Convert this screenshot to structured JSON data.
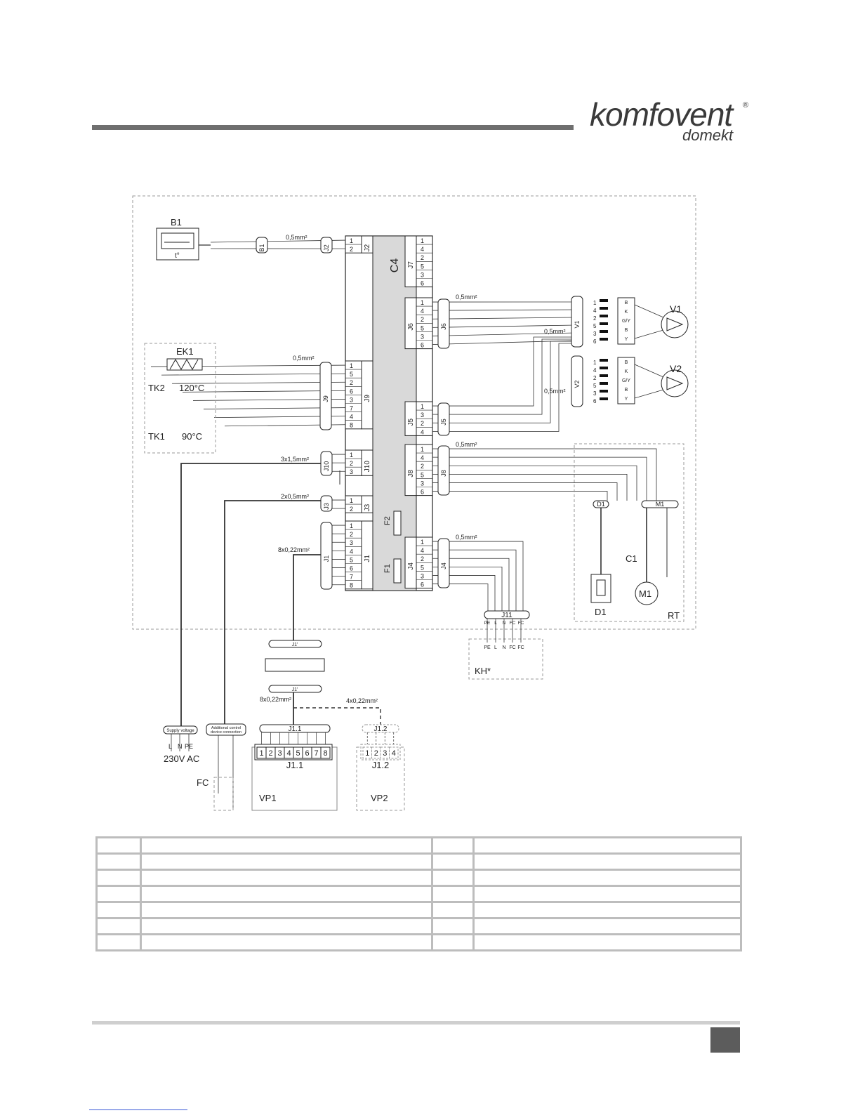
{
  "brand": {
    "name": "komfovent",
    "sub": "domekt",
    "reg": "®"
  },
  "labels": {
    "b1": "B1",
    "t_deg": "t°",
    "c4": "C4",
    "ek1": "EK1",
    "tk2": "TK2",
    "tk1": "TK1",
    "temp120": "120°C",
    "temp90": "90°C",
    "v1": "V1",
    "v2": "V2",
    "d1": "D1",
    "m1": "M1",
    "c1": "C1",
    "rt": "RT",
    "kh": "KH*",
    "f1": "F1",
    "f2": "F2",
    "fc": "FC",
    "vp1": "VP1",
    "vp2": "VP2",
    "j11": "J11",
    "j1_1": "J1.1",
    "j1_2": "J1.2",
    "j1p": "J1'",
    "voltage": "230V AC",
    "supply_tag": "Supply voltage",
    "addl_tag_1": "Additional control",
    "addl_tag_2": "device connection",
    "l": "L",
    "n": "N",
    "pe": "PE"
  },
  "cables": {
    "b1": "0,5mm²",
    "ek1": "0,5mm²",
    "j6": "0,5mm²",
    "v1": "0,5mm²",
    "v2": "0,5mm²",
    "j8": "0,5mm²",
    "j4": "0,5mm²",
    "j10": "3x1,5mm²",
    "j3": "2x0,5mm²",
    "j1": "8x0,22mm²",
    "vp1": "8x0,22mm²",
    "vp2": "4x0,22mm²"
  },
  "blocks": {
    "J2": [
      "1",
      "2"
    ],
    "J7": [
      "1",
      "4",
      "2",
      "5",
      "3",
      "6"
    ],
    "J6": [
      "1",
      "4",
      "2",
      "5",
      "3",
      "6"
    ],
    "J9": [
      "1",
      "5",
      "2",
      "6",
      "3",
      "7",
      "4",
      "8"
    ],
    "J5": [
      "1",
      "3",
      "2",
      "4"
    ],
    "J10": [
      "1",
      "2",
      "3"
    ],
    "J8": [
      "1",
      "4",
      "2",
      "5",
      "3",
      "6"
    ],
    "J3": [
      "1",
      "2"
    ],
    "J1": [
      "1",
      "2",
      "3",
      "4",
      "5",
      "6",
      "7",
      "8"
    ],
    "J4": [
      "1",
      "4",
      "2",
      "5",
      "3",
      "6"
    ]
  },
  "motor_pins": [
    "1",
    "4",
    "2",
    "5",
    "3",
    "6"
  ],
  "motor_wires": [
    "B",
    "K",
    "G/Y",
    "B",
    "Y"
  ],
  "kh_pins": [
    "PE",
    "L",
    "N",
    "FC",
    "FC"
  ],
  "vp1_pins": [
    "1",
    "2",
    "3",
    "4",
    "5",
    "6",
    "7",
    "8"
  ],
  "vp2_pins": [
    "1",
    "2",
    "3",
    "4"
  ],
  "legend_rows": 7
}
